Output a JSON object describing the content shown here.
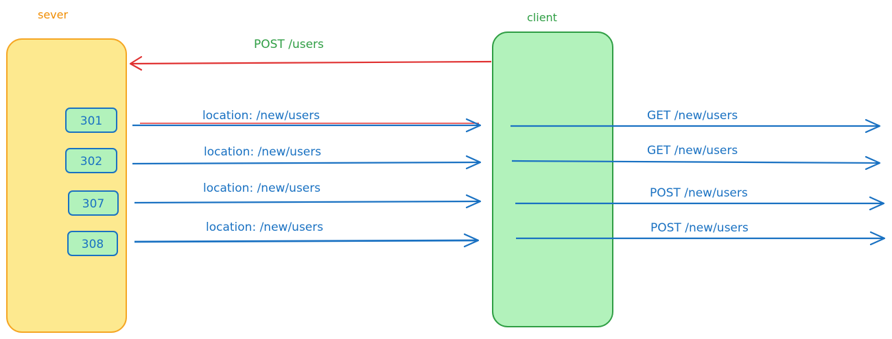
{
  "labels": {
    "server": "sever",
    "client": "client"
  },
  "request": {
    "label": "POST /users"
  },
  "redirects": [
    {
      "code": "301",
      "location": "location: /new/users",
      "follow": "GET /new/users"
    },
    {
      "code": "302",
      "location": "location: /new/users",
      "follow": "GET /new/users"
    },
    {
      "code": "307",
      "location": "location: /new/users",
      "follow": "POST /new/users"
    },
    {
      "code": "308",
      "location": "location: /new/users",
      "follow": "POST /new/users"
    }
  ],
  "colors": {
    "server_fill": "#fde98f",
    "server_stroke": "#f5a623",
    "server_label": "#f08c00",
    "client_fill": "#b2f2bb",
    "client_stroke": "#2f9e44",
    "client_label": "#2f9e44",
    "code_fill": "#b2f2bb",
    "code_stroke": "#1971c2",
    "request_arrow": "#e03131",
    "response_arrow": "#1971c2",
    "request_label": "#2f9e44",
    "response_label": "#1971c2"
  }
}
